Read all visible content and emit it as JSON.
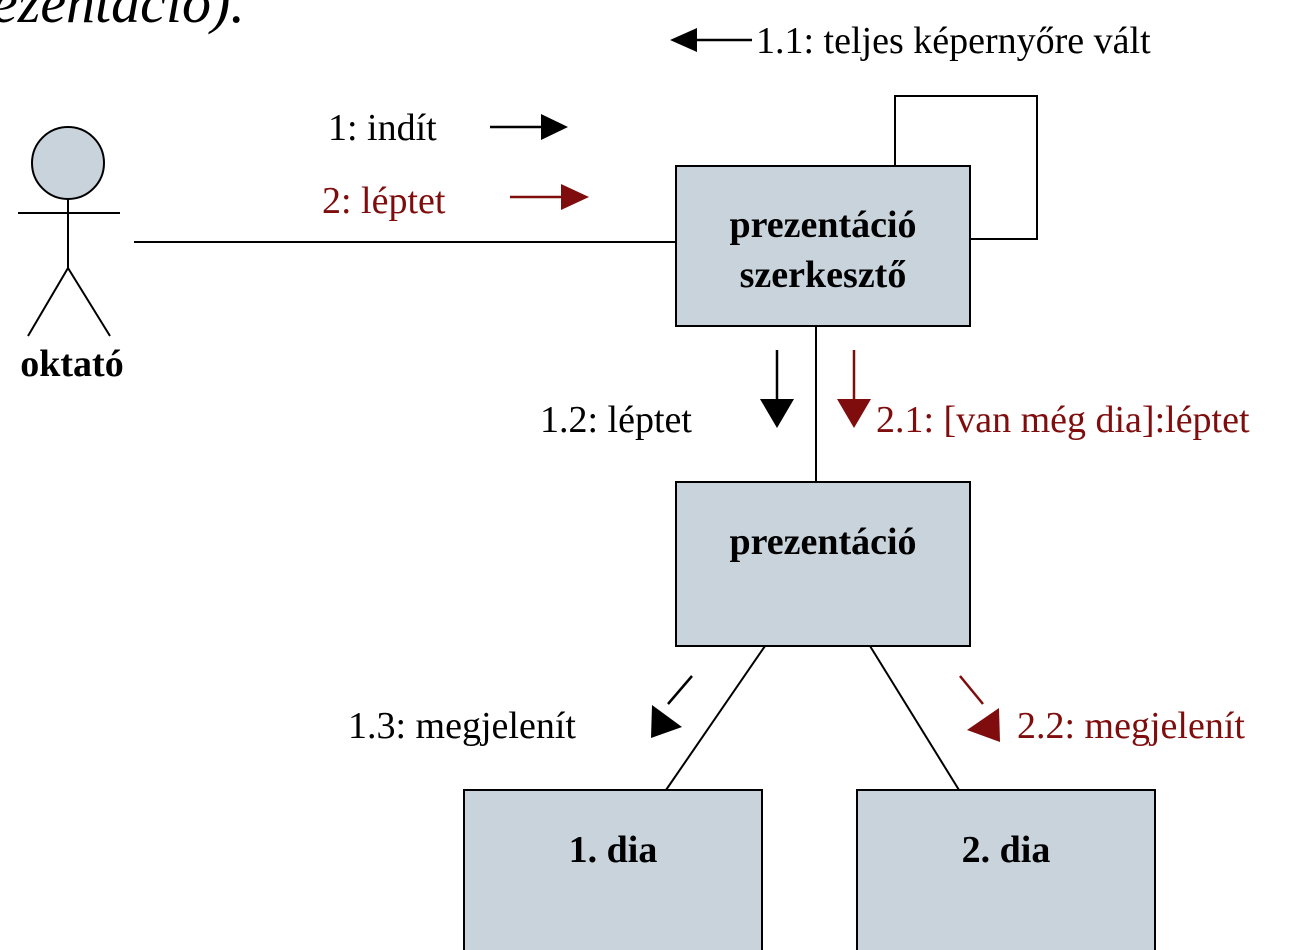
{
  "colors": {
    "box_fill": "#c8d3dc",
    "line": "#000000",
    "flow_1": "#000000",
    "flow_2": "#7f0d0d"
  },
  "cut_off_title": "ezentáció).",
  "actor": {
    "name": "oktató"
  },
  "objects": {
    "editor_line1": "prezentáció",
    "editor_line2": "szerkesztő",
    "presentation": "prezentáció",
    "slide1": "1. dia",
    "slide2": "2. dia"
  },
  "messages": {
    "m1": "1: indít",
    "m1_1": "1.1: teljes képernyőre vált",
    "m1_2": "1.2: léptet",
    "m1_3": "1.3: megjelenít",
    "m2": "2: léptet",
    "m2_1": "2.1: [van még dia]:léptet",
    "m2_2": "2.2: megjelenít"
  }
}
